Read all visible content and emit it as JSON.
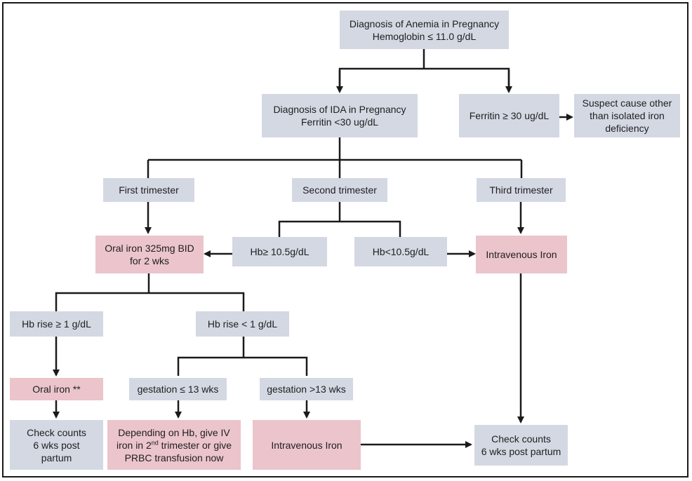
{
  "nodes": {
    "anemia": {
      "line1": "Diagnosis of Anemia in Pregnancy",
      "line2": "Hemoglobin ≤ 11.0 g/dL"
    },
    "ida": {
      "line1": "Diagnosis of IDA in Pregnancy",
      "line2": "Ferritin <30 ug/dL"
    },
    "ferritin_high": {
      "text": "Ferritin ≥ 30 ug/dL"
    },
    "suspect_other": {
      "line1": "Suspect cause other",
      "line2": "than isolated iron",
      "line3": "deficiency"
    },
    "first_trimester": {
      "text": "First trimester"
    },
    "second_trimester": {
      "text": "Second trimester"
    },
    "third_trimester": {
      "text": "Third trimester"
    },
    "oral_iron_325": {
      "line1": "Oral iron 325mg BID",
      "line2": "for 2 wks"
    },
    "hb_high": {
      "text": "Hb≥ 10.5g/dL"
    },
    "hb_low": {
      "text": "Hb<10.5g/dL"
    },
    "iv_iron_third": {
      "text": "Intravenous Iron"
    },
    "hb_rise_ge1": {
      "text": "Hb rise ≥ 1 g/dL"
    },
    "hb_rise_lt1": {
      "text": "Hb rise < 1 g/dL"
    },
    "oral_iron_star": {
      "text": "Oral iron **"
    },
    "gestation_le13": {
      "text": "gestation ≤ 13 wks"
    },
    "gestation_gt13": {
      "text": "gestation >13 wks"
    },
    "check_counts_left": {
      "line1": "Check counts",
      "line2": "6 wks post",
      "line3": "partum"
    },
    "depending_hb": {
      "line1": "Depending on Hb, give IV",
      "line2a": "iron  in 2",
      "line2sup": "nd",
      "line2b": " trimester or  give",
      "line3": "PRBC transfusion  now"
    },
    "iv_iron_bottom": {
      "text": "Intravenous Iron"
    },
    "check_counts_right": {
      "line1": "Check counts",
      "line2": "6 wks post partum"
    }
  },
  "colors": {
    "grey_box": "#d3d8e3",
    "pink_box": "#ebc4cc",
    "line": "#1a1a1a"
  }
}
